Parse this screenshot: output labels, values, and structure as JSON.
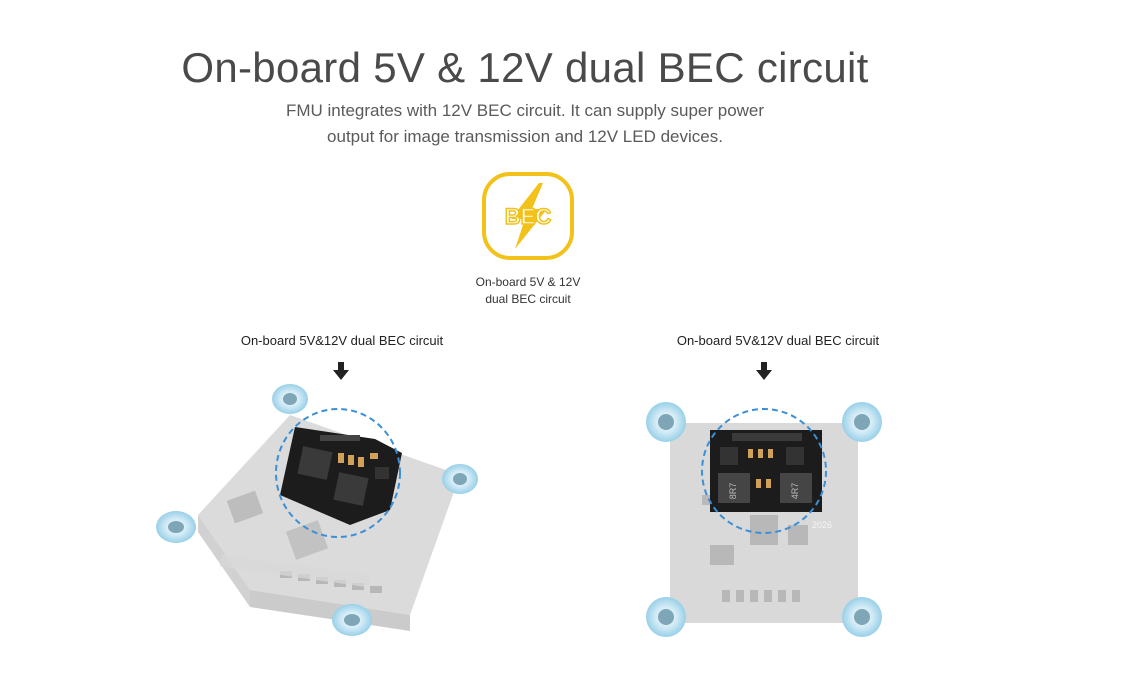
{
  "heading": {
    "title": "On-board 5V & 12V dual BEC circuit",
    "subtitle_line1": "FMU integrates with 12V BEC circuit. It can supply super power",
    "subtitle_line2": "output for image transmission and 12V LED devices."
  },
  "badge": {
    "icon": "bec-lightning-icon",
    "text": "BEC",
    "caption_line1": "On-board 5V & 12V",
    "caption_line2": "dual BEC circuit",
    "accent_color": "#f2c21b"
  },
  "left_board": {
    "callout": "On-board 5V&12V dual BEC circuit"
  },
  "right_board": {
    "callout": "On-board 5V&12V dual BEC circuit",
    "label_a": "8R7",
    "label_b": "4R7",
    "label_c": "2026"
  },
  "colors": {
    "pad_blue": "#a8d8ec",
    "board_gray": "#c9c9c9",
    "highlight_ring": "#3a8fd6"
  }
}
